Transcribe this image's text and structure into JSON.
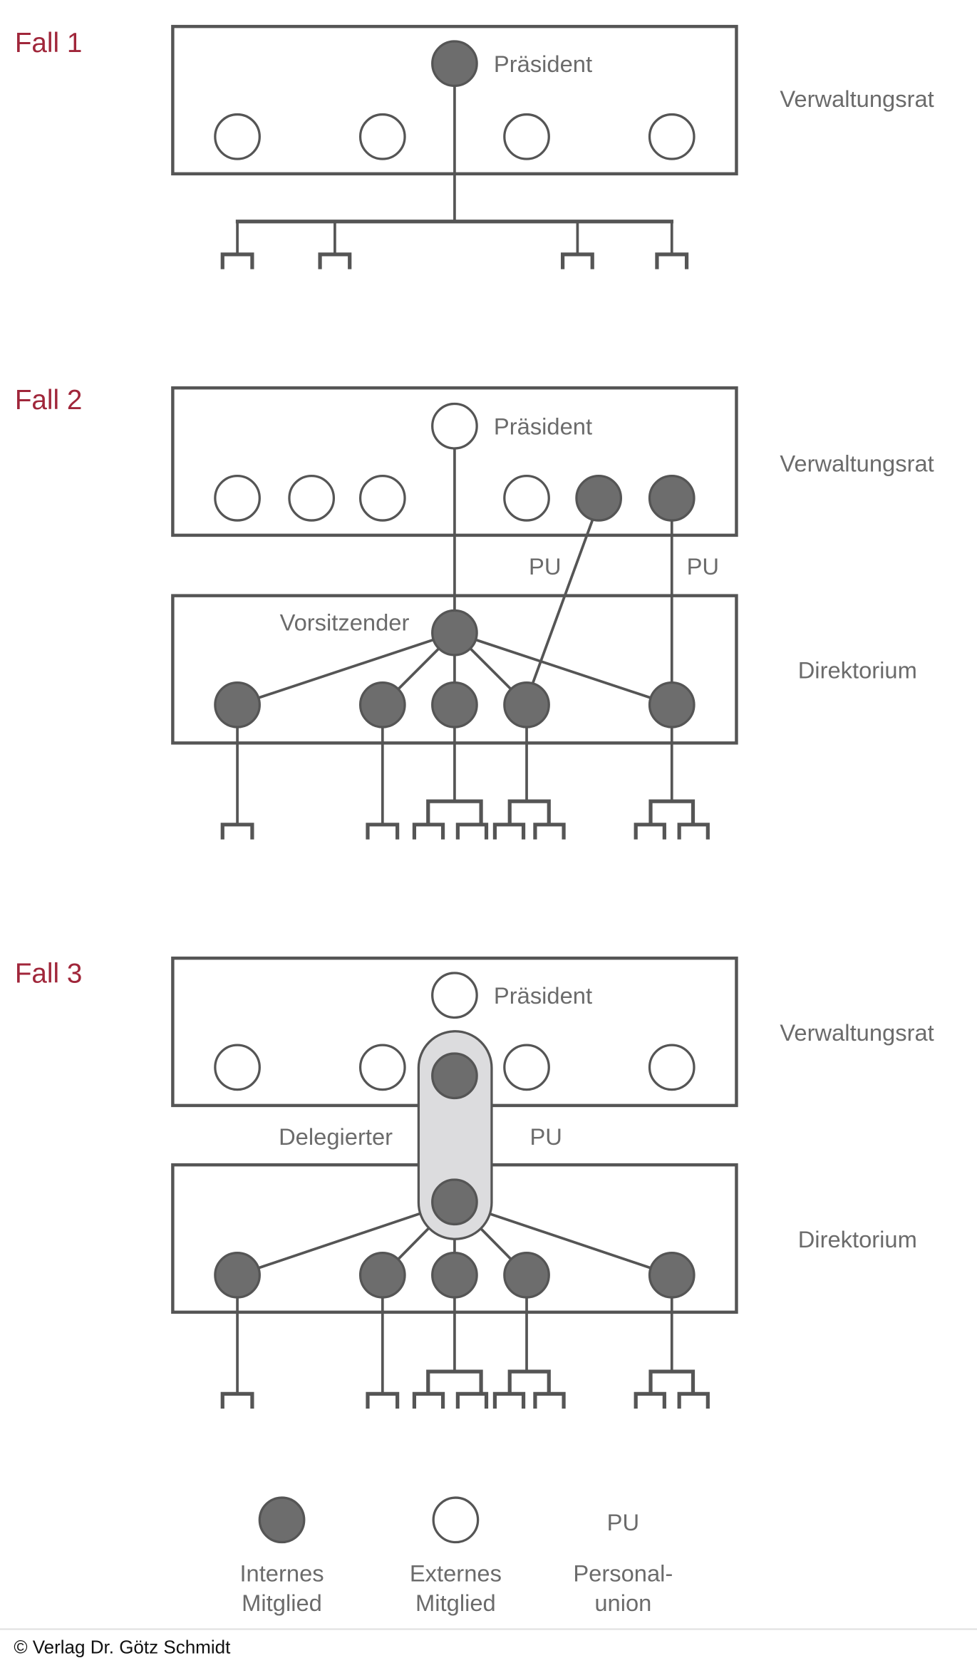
{
  "colors": {
    "case_label": "#a0263a",
    "internal_member": "#6d6d6d",
    "external_member": "#ffffff",
    "delegate_highlight": "#dcdcde"
  },
  "cases": [
    {
      "label": "Fall 1",
      "board_label": "Verwaltungsrat",
      "president_label": "Präsident",
      "president_type": "internal",
      "board_members": [
        "external",
        "external",
        "external",
        "external"
      ]
    },
    {
      "label": "Fall 2",
      "board_label": "Verwaltungsrat",
      "directorate_label": "Direktorium",
      "president_label": "Präsident",
      "president_type": "external",
      "chair_label": "Vorsitzender",
      "board_members": [
        "external",
        "external",
        "external",
        "external",
        "internal",
        "internal"
      ],
      "directorate_members": [
        "internal",
        "internal",
        "internal",
        "internal",
        "internal"
      ],
      "pu_labels": [
        "PU",
        "PU"
      ]
    },
    {
      "label": "Fall 3",
      "board_label": "Verwaltungsrat",
      "directorate_label": "Direktorium",
      "president_label": "Präsident",
      "president_type": "external",
      "delegate_label": "Delegierter",
      "pu_label": "PU",
      "board_members": [
        "external",
        "external",
        "internal",
        "external",
        "external"
      ],
      "directorate_members": [
        "internal",
        "internal",
        "internal",
        "internal",
        "internal"
      ]
    }
  ],
  "legend": {
    "internal": {
      "line1": "Internes",
      "line2": "Mitglied",
      "icon": "filled-circle"
    },
    "external": {
      "line1": "Externes",
      "line2": "Mitglied",
      "icon": "open-circle"
    },
    "pu": {
      "abbr": "PU",
      "line1": "Personal-",
      "line2": "union"
    }
  },
  "footer": {
    "copyright": "© Verlag Dr. Götz Schmidt"
  }
}
